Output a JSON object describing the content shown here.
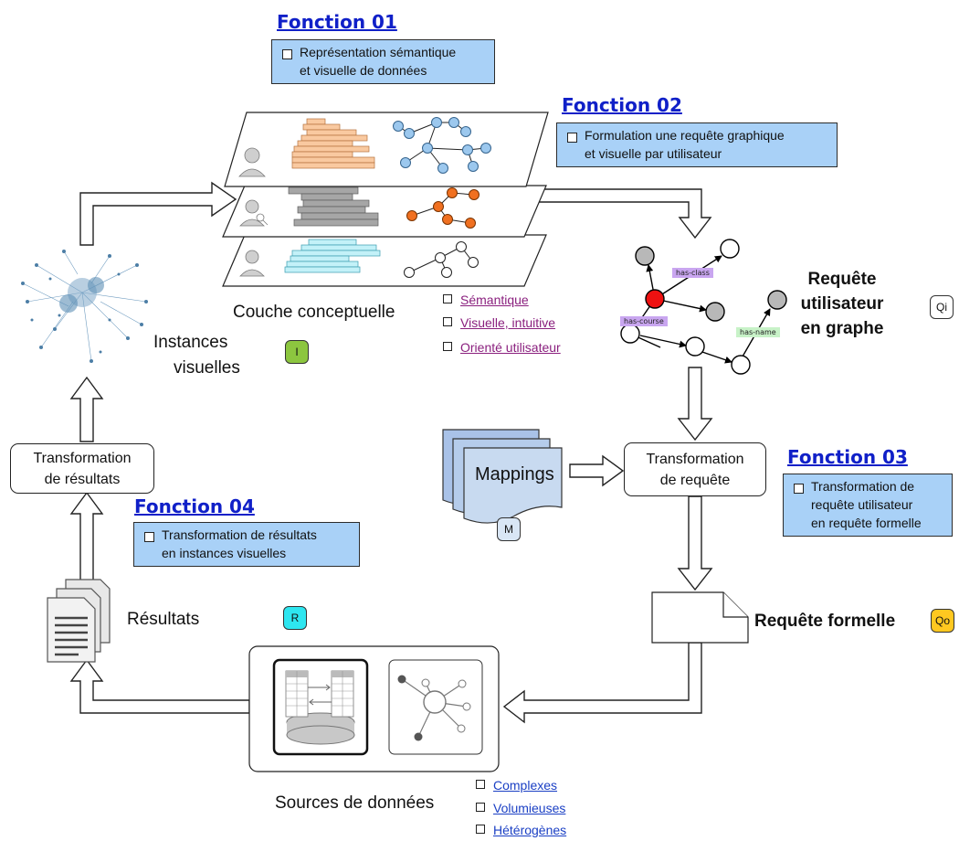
{
  "functions": {
    "f01": {
      "title": "Fonction 01",
      "lines": [
        "Représentation sémantique",
        "et visuelle de données"
      ]
    },
    "f02": {
      "title": "Fonction 02",
      "lines": [
        "Formulation une requête graphique",
        "et visuelle par utilisateur"
      ]
    },
    "f03": {
      "title": "Fonction 03",
      "lines": [
        "Transformation de",
        "requête utilisateur",
        "en requête formelle"
      ]
    },
    "f04": {
      "title": "Fonction 04",
      "lines": [
        "Transformation de résultats",
        "en instances visuelles"
      ]
    }
  },
  "labels": {
    "conceptual_layer": "Couche conceptuelle",
    "visual_instances": [
      "Instances",
      "visuelles"
    ],
    "user_query_graph": [
      "Requête",
      "utilisateur",
      "en graphe"
    ],
    "formal_query": "Requête formelle",
    "results": "Résultats",
    "data_sources": "Sources de données",
    "mappings": "Mappings"
  },
  "boxes": {
    "transform_results": [
      "Transformation",
      "de résultats"
    ],
    "transform_query": [
      "Transformation",
      "de requête"
    ]
  },
  "badges": {
    "instances": "I",
    "query_graph": "Qi",
    "mappings": "M",
    "results": "R",
    "formal_query": "Qo"
  },
  "badge_colors": {
    "instances": "#8cc63f",
    "query_graph": "#ffffff",
    "mappings": "#d9e6f5",
    "results": "#2ee6f0",
    "formal_query": "#ffc820"
  },
  "conceptual_properties": [
    "Sémantique",
    "Visuelle, intuitive",
    "Orienté utilisateur"
  ],
  "data_source_properties": [
    "Complexes",
    "Volumieuses",
    "Hétérogènes"
  ],
  "graph_edge_labels": [
    "has-class",
    "has-course",
    "has-name"
  ],
  "colors": {
    "function_title": "#1020c8",
    "function_box": "#a9d1f7",
    "layer_top_bars": "#f9c9a0",
    "layer_mid_bars": "#a6a6a6",
    "layer_bottom_bars": "#c3f1f8",
    "top_nodes": "#9cc8ee",
    "mid_nodes": "#f07020",
    "query_red_node": "#ee1111",
    "query_grey_node": "#b8b8b8"
  }
}
